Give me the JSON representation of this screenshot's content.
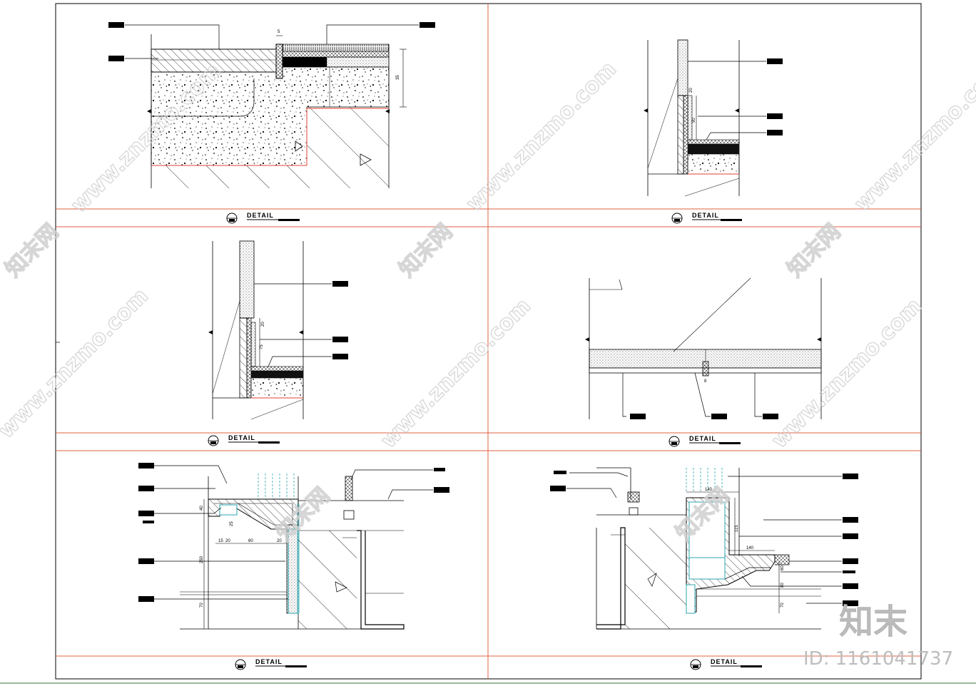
{
  "sheet": {
    "panels": [
      {
        "id": "p1",
        "title": "DETAIL"
      },
      {
        "id": "p2",
        "title": "DETAIL"
      },
      {
        "id": "p3",
        "title": "DETAIL"
      },
      {
        "id": "p4",
        "title": "DETAIL"
      },
      {
        "id": "p5",
        "title": "DETAIL"
      },
      {
        "id": "p6",
        "title": "DETAIL"
      }
    ],
    "dims": {
      "p1": [
        "5",
        "35"
      ],
      "p2": [
        "20",
        "90"
      ],
      "p3": [
        "20",
        "75"
      ],
      "p4": [
        "8"
      ],
      "p5": [
        "40",
        "20",
        "15",
        "60",
        "20",
        "250",
        "25",
        "70"
      ],
      "p6": [
        "140",
        "115",
        "140",
        "60",
        "80",
        "70"
      ]
    }
  },
  "watermark": {
    "site": "www.znzmo.com",
    "brand": "知末网",
    "logo": "知末",
    "id_label": "ID: 1161041737"
  },
  "colors": {
    "frame_red": "#e06040",
    "line": "#000000",
    "cyan": "#2aa6b0",
    "watermark": "#c8c8c8"
  }
}
